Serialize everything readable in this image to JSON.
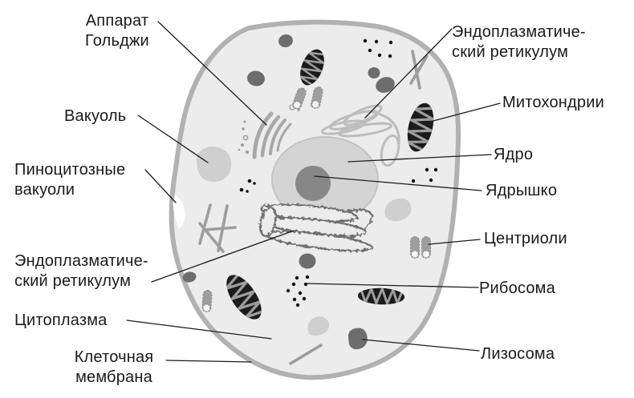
{
  "diagram": {
    "type": "animal-cell-structure",
    "labels": {
      "golgi": {
        "lines": [
          "Аппарат",
          "Гольджи"
        ]
      },
      "vacuole": {
        "lines": [
          "Вакуоль"
        ]
      },
      "pinocytotic": {
        "lines": [
          "Пиноцитозные",
          "вакуоли"
        ]
      },
      "er_left": {
        "lines": [
          "Эндоплазматиче-",
          "ский ретикулум"
        ]
      },
      "cytoplasm": {
        "lines": [
          "Цитоплазма"
        ]
      },
      "cell_membrane": {
        "lines": [
          "Клеточная",
          "мембрана"
        ]
      },
      "er_right": {
        "lines": [
          "Эндоплазматиче-",
          "ский ретикулум"
        ]
      },
      "mitochondria": {
        "lines": [
          "Митохондрии"
        ]
      },
      "nucleus": {
        "lines": [
          "Ядро"
        ]
      },
      "nucleolus": {
        "lines": [
          "Ядрышко"
        ]
      },
      "centrioles": {
        "lines": [
          "Центриоли"
        ]
      },
      "ribosome": {
        "lines": [
          "Рибосома"
        ]
      },
      "lysosome": {
        "lines": [
          "Лизосома"
        ]
      }
    },
    "colors": {
      "background": "#ffffff",
      "cytoplasm_fill": "#ececec",
      "membrane_stroke": "#b1b1b1",
      "nucleus_fill": "#d4d4d4",
      "nucleolus_fill": "#878787",
      "mitochondria_fill": "#1b1b1b",
      "mitochondria_cristae": "#9c9c9c",
      "dark_organelle": "#6d6d6d",
      "light_organelle": "#cfcfcf",
      "golgi_stroke": "#a8a8a8",
      "smooth_er_stroke": "#bdbdbd",
      "rough_er_stroke": "#6e6e6e",
      "microtubule_stroke": "#9d9d9d",
      "centriole_fill": "#9e9e9e",
      "leader_line": "#1c1c1c",
      "label_text": "#1a1a1a"
    }
  }
}
